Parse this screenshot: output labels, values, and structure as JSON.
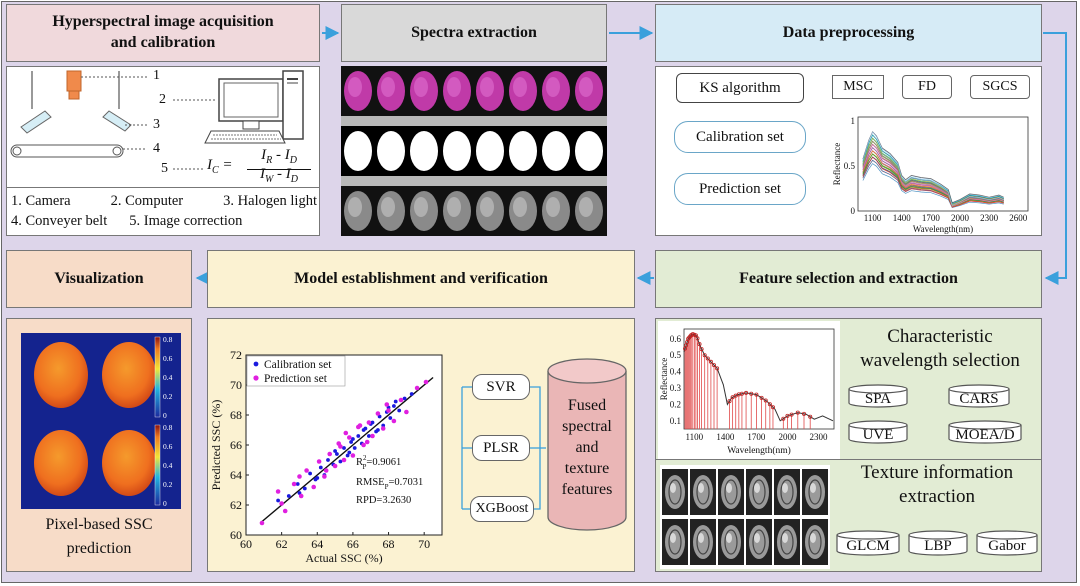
{
  "stages": {
    "acquisition": "Hyperspectral image acquisition and calibration",
    "spectra": "Spectra extraction",
    "preprocessing": "Data preprocessing",
    "feature": "Feature selection and extraction",
    "model": "Model establishment and verification",
    "visualization": "Visualization"
  },
  "acquisition": {
    "callouts": [
      "1",
      "2",
      "3",
      "4",
      "5"
    ],
    "legend": [
      "1. Camera",
      "2. Computer",
      "3. Halogen light",
      "4. Conveyer belt",
      "5. Image correction"
    ],
    "formula": {
      "lhs": "I",
      "lhs_sub": "C",
      "num": "I",
      "num_sub_a": "R",
      "num_sub_b": "D",
      "den": "I",
      "den_sub_a": "W",
      "den_sub_b": "D"
    }
  },
  "preprocessing": {
    "ks": "KS algorithm",
    "calibration": "Calibration set",
    "prediction": "Prediction set",
    "methods": [
      "MSC",
      "FD",
      "SGCS"
    ],
    "chart": {
      "ylabel": "Reflectance",
      "xlabel": "Wavelength(nm)",
      "xticks": [
        "1100",
        "1400",
        "1700",
        "2000",
        "2300",
        "2600"
      ],
      "yticks": [
        "0",
        "0.5",
        "1"
      ]
    }
  },
  "feature": {
    "wave_title_1": "Characteristic",
    "wave_title_2": "wavelength selection",
    "wave_methods": [
      "SPA",
      "CARS",
      "UVE",
      "MOEA/D"
    ],
    "texture_title_1": "Texture information",
    "texture_title_2": "extraction",
    "texture_methods": [
      "GLCM",
      "LBP",
      "Gabor"
    ],
    "chart": {
      "ylabel": "Reflectance",
      "xlabel": "Wavelength(nm)",
      "xticks": [
        "1100",
        "1400",
        "1700",
        "2000",
        "2300"
      ],
      "yticks": [
        "0.1",
        "0.2",
        "0.3",
        "0.4",
        "0.5",
        "0.6"
      ]
    }
  },
  "model": {
    "models": [
      "SVR",
      "PLSR",
      "XGBoost"
    ],
    "fused": [
      "Fused",
      "spectral",
      "and",
      "texture",
      "features"
    ],
    "stats": {
      "r2": "R",
      "r2_sup": "2",
      "r2_sub": "P",
      "r2_val": "=0.9061",
      "rmse": "RMSE",
      "rmse_sub": "P",
      "rmse_val": "=0.7031",
      "rpd": "RPD=3.2630"
    }
  },
  "visualization": {
    "caption_1": "Pixel-based SSC",
    "caption_2": "prediction",
    "colorbar_ticks": [
      "0.8",
      "0.6",
      "0.4",
      "0.2",
      "0"
    ]
  },
  "colors": {
    "calibration": "#1a1adf",
    "prediction": "#e020e0",
    "arrow": "#3aa0dc"
  },
  "chart_data": {
    "type": "scatter",
    "xlabel": "Actual SSC (%)",
    "ylabel": "Predicted SSC (%)",
    "xlim": [
      60,
      71
    ],
    "ylim": [
      60,
      72
    ],
    "xticks": [
      60,
      62,
      64,
      66,
      68,
      70
    ],
    "yticks": [
      60,
      62,
      64,
      66,
      68,
      70,
      72
    ],
    "series": [
      {
        "name": "Calibration set",
        "color": "#1a1adf",
        "x": [
          61.8,
          62.4,
          62.9,
          63.3,
          63.6,
          63.9,
          64.2,
          64.4,
          64.6,
          64.9,
          65.1,
          65.3,
          65.5,
          65.7,
          65.9,
          66.1,
          66.3,
          66.5,
          66.7,
          66.9,
          67.1,
          67.3,
          67.5,
          67.7,
          67.9,
          68.1,
          68.3,
          68.6,
          68.9,
          69.3,
          64.0,
          65.0,
          66.0,
          67.0,
          68.0,
          63.0,
          65.8,
          66.6,
          67.4,
          68.4
        ],
        "y": [
          62.3,
          62.6,
          63.4,
          63.1,
          64.1,
          63.7,
          64.5,
          64.0,
          65.0,
          64.7,
          65.4,
          64.9,
          65.8,
          65.3,
          66.2,
          65.8,
          66.6,
          66.1,
          67.1,
          66.6,
          67.5,
          66.9,
          67.9,
          67.3,
          68.2,
          67.8,
          68.6,
          68.3,
          69.1,
          69.4,
          63.8,
          65.6,
          66.4,
          67.4,
          68.5,
          62.8,
          65.5,
          67.0,
          67.0,
          68.9
        ]
      },
      {
        "name": "Prediction set",
        "color": "#e020e0",
        "x": [
          60.9,
          61.8,
          62.2,
          62.7,
          63.1,
          63.4,
          63.8,
          64.1,
          64.4,
          64.7,
          65.0,
          65.2,
          65.5,
          65.8,
          66.0,
          66.3,
          66.6,
          66.9,
          67.1,
          67.4,
          67.7,
          68.0,
          68.3,
          68.7,
          69.0,
          69.6,
          70.1,
          63.0,
          64.5,
          65.6,
          66.8,
          67.9,
          62.0,
          65.3,
          66.4
        ],
        "y": [
          60.8,
          62.9,
          61.6,
          63.4,
          62.6,
          64.3,
          63.2,
          64.9,
          63.9,
          65.4,
          64.6,
          66.1,
          65.0,
          66.5,
          65.3,
          67.2,
          66.0,
          67.5,
          66.6,
          68.1,
          67.1,
          68.3,
          67.6,
          69.0,
          68.2,
          69.8,
          70.2,
          63.9,
          64.3,
          66.8,
          66.2,
          68.7,
          62.1,
          65.9,
          67.3
        ]
      }
    ]
  }
}
